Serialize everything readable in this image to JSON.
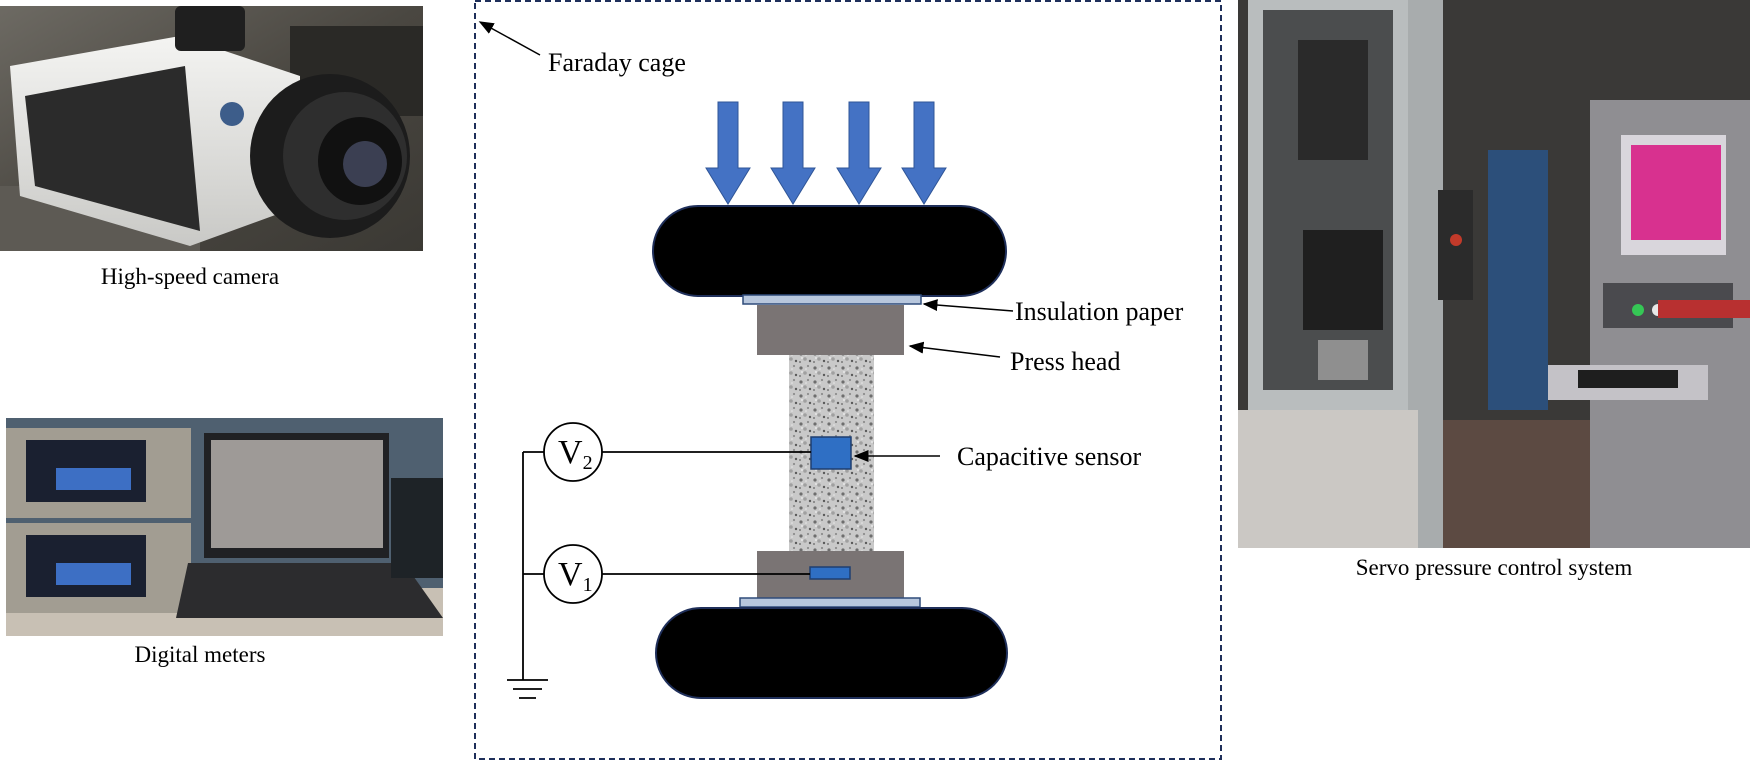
{
  "captions": {
    "camera": "High-speed camera",
    "meters": "Digital meters",
    "servo": "Servo pressure control system"
  },
  "diagram": {
    "faraday_cage": "Faraday cage",
    "insulation_paper": "Insulation paper",
    "press_head": "Press head",
    "capacitive_sensor": "Capacitive sensor",
    "v2_main": "V",
    "v2_sub": "2",
    "v1_main": "V",
    "v1_sub": "1"
  },
  "colors": {
    "arrow_blue": "#4472c4",
    "cage_border": "#1f2f5a",
    "platen": "#000000",
    "press_head": "#7a7474",
    "insulation": "#b8c7dd",
    "sensor": "#2f6fc4"
  }
}
